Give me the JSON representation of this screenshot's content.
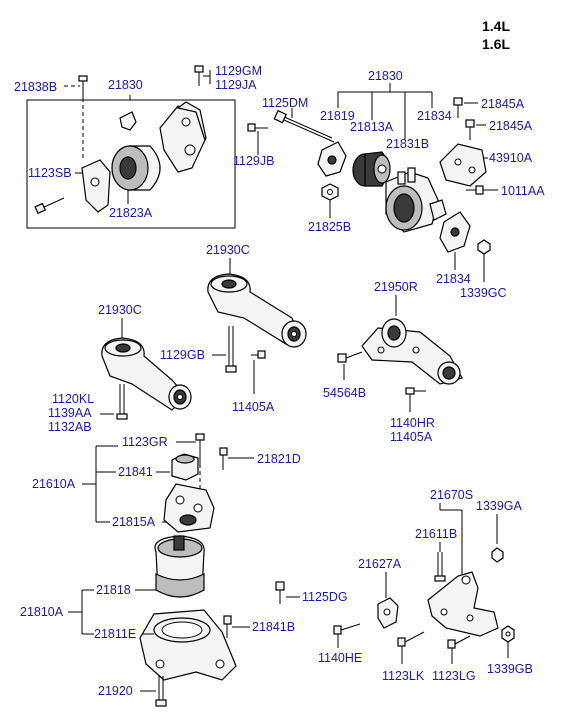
{
  "engines": [
    "1.4L",
    "1.6L"
  ],
  "labels": {
    "l_21838B": "21838B",
    "l_21830a": "21830",
    "l_1129GM": "1129GM",
    "l_1129JA": "1129JA",
    "l_1123SB": "1123SB",
    "l_21823A": "21823A",
    "l_21830b": "21830",
    "l_1125DM": "1125DM",
    "l_21819": "21819",
    "l_21813A": "21813A",
    "l_21834a": "21834",
    "l_21845Aa": "21845A",
    "l_21845Ab": "21845A",
    "l_1129JB": "1129JB",
    "l_21831B": "21831B",
    "l_43910A": "43910A",
    "l_1011AA": "1011AA",
    "l_21825B": "21825B",
    "l_21834b": "21834",
    "l_1339GC": "1339GC",
    "l_21930Ca": "21930C",
    "l_21950R": "21950R",
    "l_21930Cb": "21930C",
    "l_1129GB": "1129GB",
    "l_54564B": "54564B",
    "l_1120KL": "1120KL",
    "l_1139AA": "1139AA",
    "l_1132AB": "1132AB",
    "l_11405Aa": "11405A",
    "l_1140HR": "1140HR",
    "l_11405Ab": "11405A",
    "l_1123GR": "1123GR",
    "l_21841": "21841",
    "l_21821D": "21821D",
    "l_21610A": "21610A",
    "l_21815A": "21815A",
    "l_21670S": "21670S",
    "l_1339GA": "1339GA",
    "l_21611B": "21611B",
    "l_21627A": "21627A",
    "l_21818": "21818",
    "l_1125DG": "1125DG",
    "l_21810A": "21810A",
    "l_21811E": "21811E",
    "l_21841B": "21841B",
    "l_1140HE": "1140HE",
    "l_1123LK": "1123LK",
    "l_1123LG": "1123LG",
    "l_1339GB": "1339GB",
    "l_21920": "21920"
  }
}
